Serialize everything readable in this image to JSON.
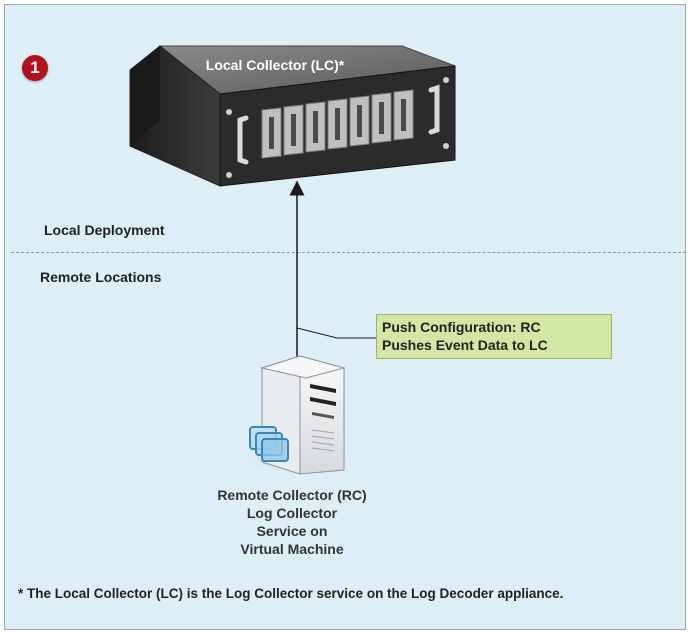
{
  "step_badge": "1",
  "local_collector": {
    "label": "Local Collector (LC)*"
  },
  "sections": {
    "local": "Local Deployment",
    "remote": "Remote Locations"
  },
  "callout": {
    "line1": "Push Configuration: RC",
    "line2": "Pushes Event Data to LC"
  },
  "remote_collector": {
    "line1": "Remote Collector (RC)",
    "line2": "Log Collector",
    "line3": "Service on",
    "line4": "Virtual Machine"
  },
  "footnote": "* The Local Collector (LC) is the Log Collector service on the Log Decoder appliance.",
  "colors": {
    "background": "#ddeef7",
    "badge": "#b0111a",
    "callout_fill": "#d4e6a3",
    "callout_border": "#9ab468",
    "appliance_dark": "#2b2b2b"
  },
  "icons": {
    "appliance": "rack-appliance-icon",
    "server": "tower-server-icon",
    "virtual_machine": "virtual-machine-icon"
  }
}
